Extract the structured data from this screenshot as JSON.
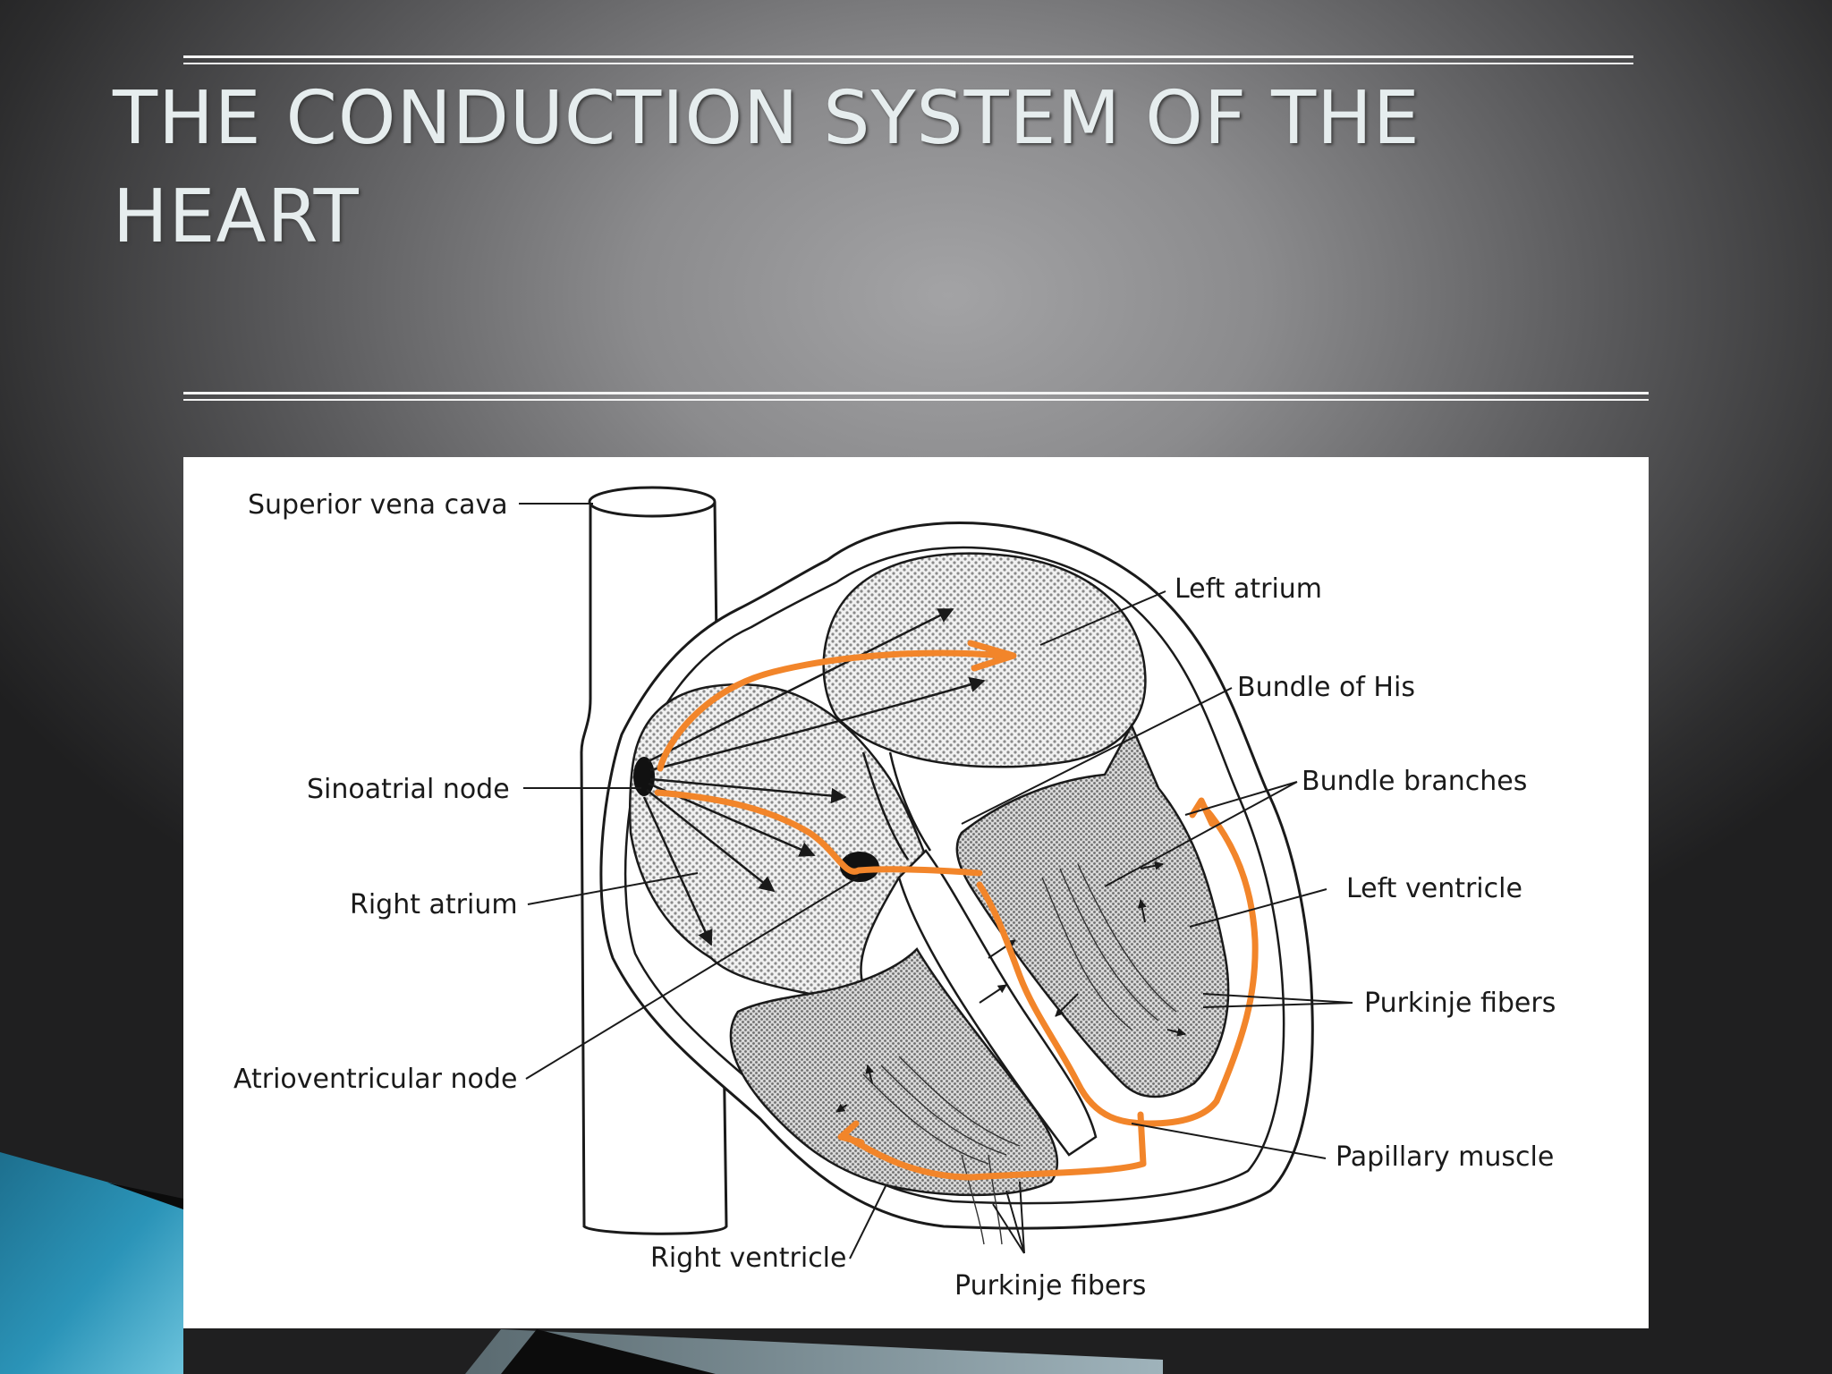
{
  "slide": {
    "title": "THE CONDUCTION SYSTEM OF THE HEART"
  },
  "diagram": {
    "labels": {
      "superior_vena_cava": "Superior vena cava",
      "left_atrium": "Left atrium",
      "bundle_of_his": "Bundle of His",
      "bundle_branches": "Bundle branches",
      "sinoatrial_node": "Sinoatrial node",
      "right_atrium": "Right atrium",
      "left_ventricle": "Left ventricle",
      "purkinje_fibers_right": "Purkinje fibers",
      "atrioventricular_node": "Atrioventricular node",
      "papillary_muscle": "Papillary muscle",
      "right_ventricle": "Right ventricle",
      "purkinje_fibers_bottom": "Purkinje fibers"
    },
    "colors": {
      "conduction_path": "#f2852a",
      "line_art": "#1a1a1a",
      "panel_background": "#ffffff"
    }
  }
}
